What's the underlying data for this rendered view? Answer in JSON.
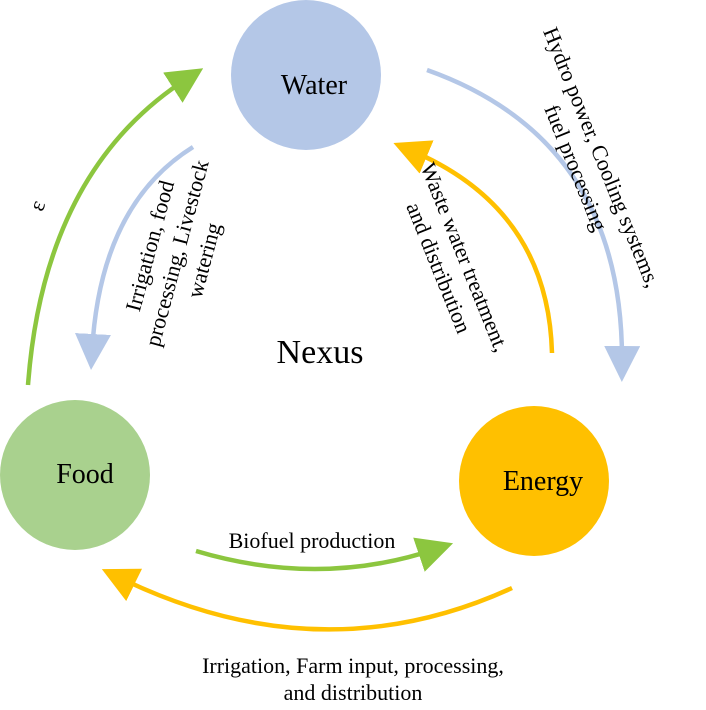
{
  "diagram": {
    "center_label": "Nexus",
    "nodes": {
      "water": {
        "label": "Water",
        "color": "#b4c7e7"
      },
      "food": {
        "label": "Food",
        "color": "#a9d18e"
      },
      "energy": {
        "label": "Energy",
        "color": "#ffc000"
      }
    },
    "flows": {
      "food_to_water": {
        "label": "ε",
        "color": "#8cc63f"
      },
      "water_to_food": {
        "label_line1": "Irrigation, food",
        "label_line2": "processing, Livestock",
        "label_line3": "watering",
        "color": "#b4c7e7"
      },
      "water_to_energy": {
        "label_line1": "Hydro power, Cooling systems,",
        "label_line2": "fuel processing",
        "color": "#b4c7e7"
      },
      "energy_to_water": {
        "label_line1": "Waste water treatment,",
        "label_line2": "and distribution",
        "color": "#ffc000"
      },
      "food_to_energy": {
        "label": "Biofuel production",
        "color": "#8cc63f"
      },
      "energy_to_food": {
        "label_line1": "Irrigation, Farm input, processing,",
        "label_line2": "and distribution",
        "color": "#ffc000"
      }
    }
  }
}
